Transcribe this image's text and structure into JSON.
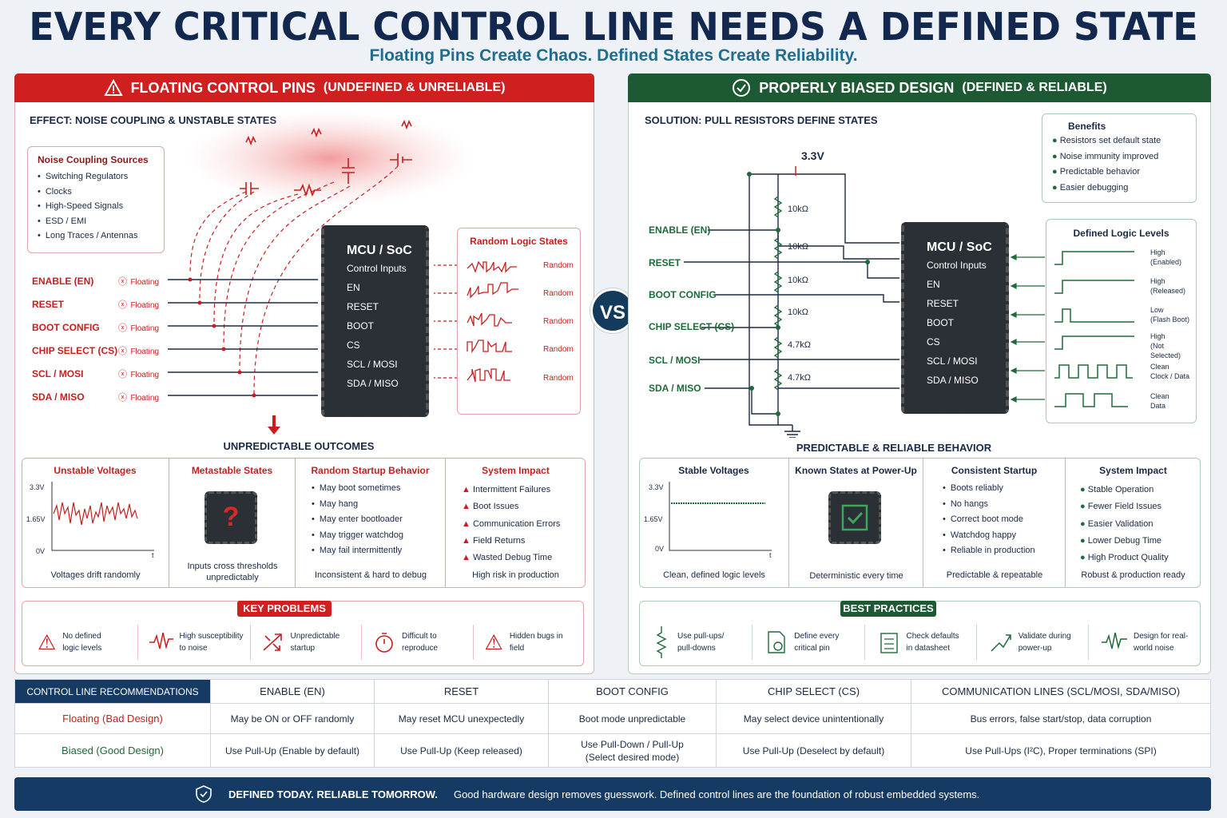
{
  "title": "EVERY CRITICAL CONTROL LINE NEEDS A DEFINED STATE",
  "subtitle": "Floating Pins Create Chaos.  Defined States Create Reliability.",
  "vs": "VS",
  "colors": {
    "bad": "#c81e1e",
    "good": "#1c6b38",
    "navy": "#153a63"
  },
  "left": {
    "header": "FLOATING CONTROL PINS",
    "header_sub": "(UNDEFINED & UNRELIABLE)",
    "effect": "EFFECT: NOISE COUPLING & UNSTABLE STATES",
    "noise_title": "Noise Coupling Sources",
    "noise_items": [
      "Switching Regulators",
      "Clocks",
      "High-Speed Signals",
      "ESD / EMI",
      "Long Traces / Antennas"
    ],
    "pins": [
      "ENABLE (EN)",
      "RESET",
      "BOOT CONFIG",
      "CHIP SELECT (CS)",
      "SCL / MOSI",
      "SDA / MISO"
    ],
    "floating": "Floating",
    "chip_title": "MCU / SoC",
    "chip_sub": "Control Inputs",
    "chip_pins": [
      "EN",
      "RESET",
      "BOOT",
      "CS",
      "SCL / MOSI",
      "SDA / MISO"
    ],
    "random_title": "Random Logic States",
    "random": "Random",
    "outcomes": "UNPREDICTABLE OUTCOMES",
    "c1_title": "Unstable Voltages",
    "c1_y": [
      "3.3V",
      "1.65V",
      "0V"
    ],
    "c1_t": "t",
    "c1_caption": "Voltages drift randomly",
    "c2_title": "Metastable States",
    "c2_caption": "Inputs cross thresholds unpredictably",
    "c3_title": "Random Startup Behavior",
    "c3_items": [
      "May boot sometimes",
      "May hang",
      "May enter bootloader",
      "May trigger watchdog",
      "May fail intermittently"
    ],
    "c3_caption": "Inconsistent & hard to debug",
    "c4_title": "System Impact",
    "c4_items": [
      "Intermittent Failures",
      "Boot Issues",
      "Communication Errors",
      "Field Returns",
      "Wasted Debug Time"
    ],
    "c4_caption": "High risk in production",
    "kp_title": "KEY PROBLEMS",
    "kp": [
      {
        "icon": "warning-icon",
        "text": "No defined logic levels"
      },
      {
        "icon": "noise-icon",
        "text": "High susceptibility to noise"
      },
      {
        "icon": "random-arrows-icon",
        "text": "Unpredictable startup"
      },
      {
        "icon": "timer-icon",
        "text": "Difficult to reproduce"
      },
      {
        "icon": "bug-warning-icon",
        "text": "Hidden bugs in field"
      }
    ]
  },
  "right": {
    "header": "PROPERLY BIASED DESIGN",
    "header_sub": "(DEFINED & RELIABLE)",
    "solution": "SOLUTION: PULL RESISTORS DEFINE STATES",
    "vcc": "3.3V",
    "resistors": [
      "10kΩ",
      "10kΩ",
      "10kΩ",
      "10kΩ",
      "4.7kΩ",
      "4.7kΩ"
    ],
    "pins": [
      "ENABLE (EN)",
      "RESET",
      "BOOT CONFIG",
      "CHIP SELECT (CS)",
      "SCL / MOSI",
      "SDA / MISO"
    ],
    "benefits_title": "Benefits",
    "benefits": [
      "Resistors set default state",
      "Noise immunity improved",
      "Predictable behavior",
      "Easier debugging"
    ],
    "chip_title": "MCU / SoC",
    "chip_sub": "Control Inputs",
    "chip_pins": [
      "EN",
      "RESET",
      "BOOT",
      "CS",
      "SCL / MOSI",
      "SDA / MISO"
    ],
    "levels_title": "Defined Logic Levels",
    "levels": [
      [
        "High",
        "(Enabled)"
      ],
      [
        "High",
        "(Released)"
      ],
      [
        "Low",
        "(Flash Boot)"
      ],
      [
        "High",
        "(Not Selected)"
      ],
      [
        "Clean",
        "Clock / Data"
      ],
      [
        "Clean",
        "Data"
      ]
    ],
    "outcomes": "PREDICTABLE & RELIABLE BEHAVIOR",
    "c1_title": "Stable Voltages",
    "c1_y": [
      "3.3V",
      "1.65V",
      "0V"
    ],
    "c1_t": "t",
    "c1_caption": "Clean, defined logic levels",
    "c2_title": "Known States at Power-Up",
    "c2_caption": "Deterministic every time",
    "c3_title": "Consistent Startup",
    "c3_items": [
      "Boots reliably",
      "No hangs",
      "Correct boot mode",
      "Watchdog happy",
      "Reliable in production"
    ],
    "c3_caption": "Predictable & repeatable",
    "c4_title": "System Impact",
    "c4_items": [
      "Stable Operation",
      "Fewer Field Issues",
      "Easier Validation",
      "Lower Debug Time",
      "High Product Quality"
    ],
    "c4_caption": "Robust & production ready",
    "bp_title": "BEST PRACTICES",
    "bp": [
      {
        "icon": "resistor-icon",
        "text": "Use pull-ups/ pull-downs"
      },
      {
        "icon": "document-search-icon",
        "text": "Define every critical pin"
      },
      {
        "icon": "checklist-icon",
        "text": "Check defaults in datasheet"
      },
      {
        "icon": "power-up-icon",
        "text": "Validate during power-up"
      },
      {
        "icon": "waveform-icon",
        "text": "Design for real-world noise"
      }
    ]
  },
  "table": {
    "headers": [
      "CONTROL LINE RECOMMENDATIONS",
      "ENABLE (EN)",
      "RESET",
      "BOOT CONFIG",
      "CHIP SELECT (CS)",
      "COMMUNICATION LINES (SCL/MOSI, SDA/MISO)"
    ],
    "bad": [
      "Floating (Bad Design)",
      "May be ON or OFF randomly",
      "May reset MCU unexpectedly",
      "Boot mode unpredictable",
      "May select device unintentionally",
      "Bus errors, false start/stop, data corruption"
    ],
    "good": [
      "Biased (Good Design)",
      "Use Pull-Up (Enable by default)",
      "Use Pull-Up (Keep released)",
      "Use Pull-Down / Pull-Up (Select desired mode)",
      "Use Pull-Up (Deselect by default)",
      "Use Pull-Ups (I²C), Proper terminations (SPI)"
    ]
  },
  "footer": {
    "lead": "DEFINED TODAY. RELIABLE TOMORROW.",
    "text": "Good hardware design removes guesswork.  Defined control lines are the foundation of robust embedded systems."
  }
}
